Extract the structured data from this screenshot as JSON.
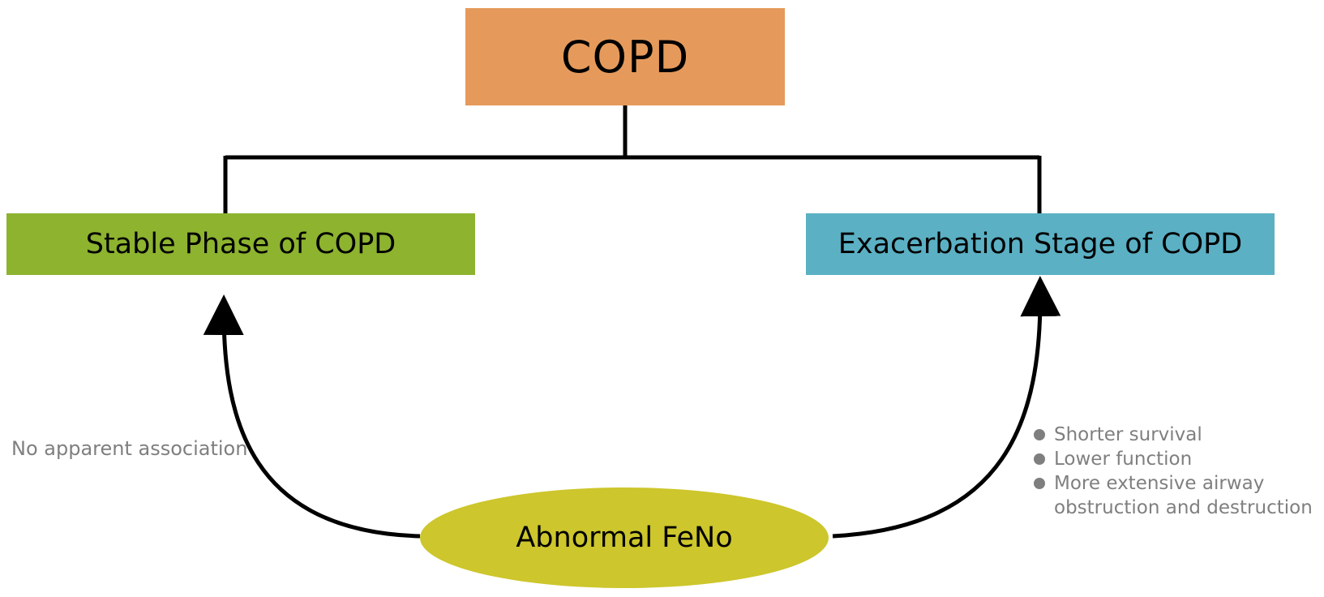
{
  "colors": {
    "copd": "#E59A5B",
    "stable": "#8DB32F",
    "exacerbation": "#5BB0C4",
    "feno": "#CDC62C",
    "connector": "#000000",
    "note_text": "#7F7F7F"
  },
  "nodes": {
    "root": {
      "label": "COPD"
    },
    "stable": {
      "label": "Stable Phase of COPD"
    },
    "exacerbation": {
      "label": "Exacerbation Stage of COPD"
    },
    "feno": {
      "label": "Abnormal FeNo"
    }
  },
  "notes": {
    "stable_association": "No apparent association",
    "exacerbation_outcomes": [
      {
        "text": "Shorter survival"
      },
      {
        "text": "Lower function"
      },
      {
        "text": "More extensive airway"
      },
      {
        "text": "obstruction and destruction"
      }
    ]
  }
}
